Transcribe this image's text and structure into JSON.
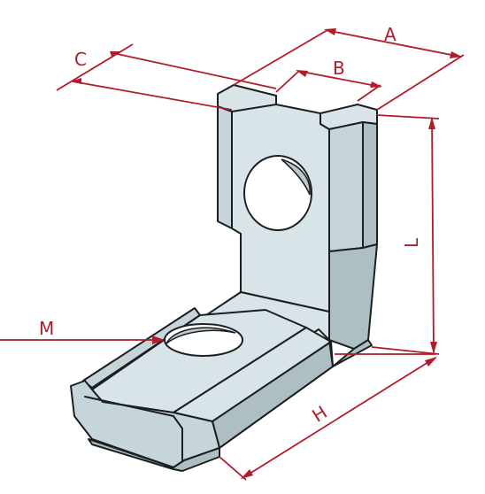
{
  "diagram": {
    "labels": {
      "a": "A",
      "b": "B",
      "c": "C",
      "l": "L",
      "m": "M",
      "h": "H"
    },
    "colors": {
      "dimension": "#b01c2a",
      "outline": "#1b1f22",
      "face_light": "#d8e4e7",
      "face_mid": "#c6d5d9",
      "face_dark": "#aebfc4"
    }
  }
}
